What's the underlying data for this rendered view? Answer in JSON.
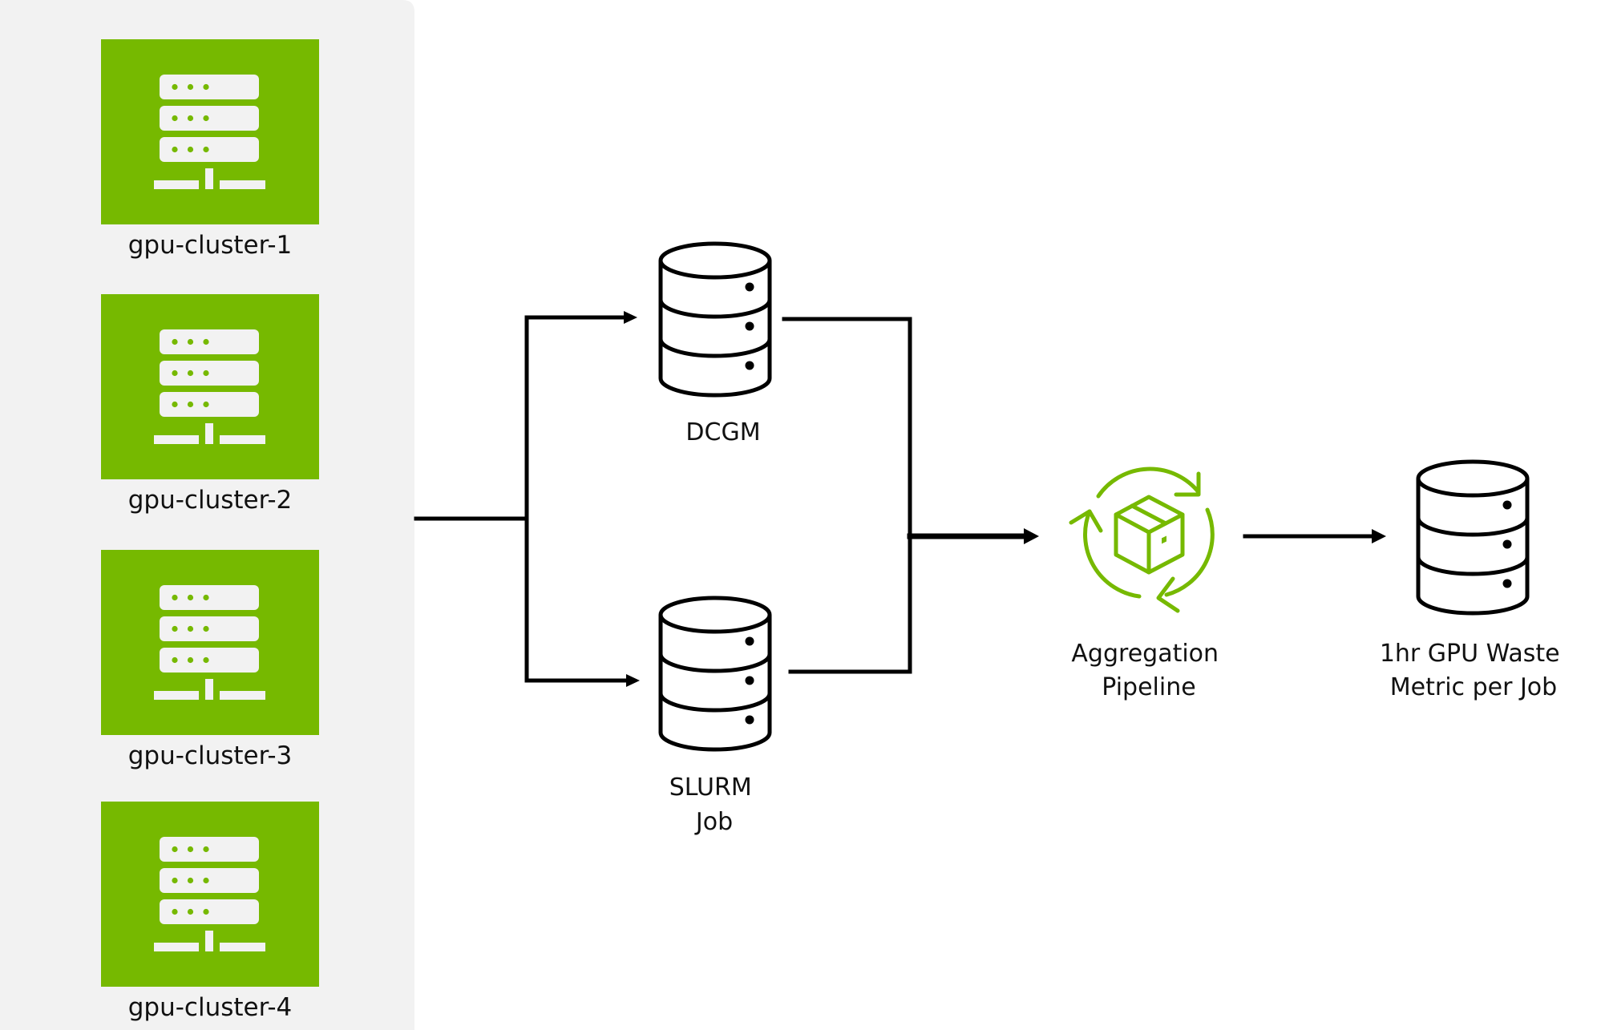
{
  "colors": {
    "accent_green": "#76b900",
    "panel_bg": "#f2f2f2",
    "line": "#000000",
    "icon_fill": "#f2f2f2",
    "text": "#111111"
  },
  "clusters": [
    {
      "label": "gpu-cluster-1",
      "icon": "server-rack-icon"
    },
    {
      "label": "gpu-cluster-2",
      "icon": "server-rack-icon"
    },
    {
      "label": "gpu-cluster-3",
      "icon": "server-rack-icon"
    },
    {
      "label": "gpu-cluster-4",
      "icon": "server-rack-icon"
    }
  ],
  "nodes": {
    "dcgm": {
      "label_lines": [
        "DCGM"
      ],
      "icon": "database-icon"
    },
    "slurm": {
      "label_lines": [
        "SLURM",
        "Job"
      ],
      "icon": "database-icon"
    },
    "aggregation": {
      "label_lines": [
        "Aggregation",
        "Pipeline"
      ],
      "icon": "package-cycle-icon"
    },
    "output": {
      "label_lines": [
        "1hr GPU Waste",
        "Metric per Job"
      ],
      "icon": "database-icon"
    }
  },
  "edges": [
    {
      "from": "clusters",
      "to": "dcgm"
    },
    {
      "from": "clusters",
      "to": "slurm"
    },
    {
      "from": "dcgm",
      "to": "aggregation"
    },
    {
      "from": "slurm",
      "to": "aggregation"
    },
    {
      "from": "aggregation",
      "to": "output"
    }
  ]
}
